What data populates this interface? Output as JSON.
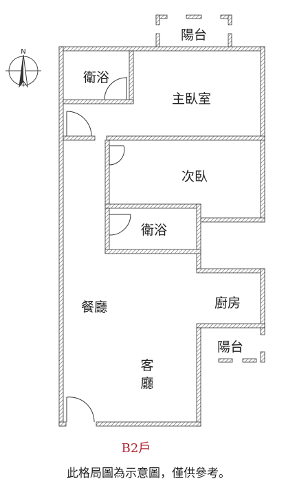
{
  "rooms": {
    "master_balcony": "陽台",
    "master_bath": "衛浴",
    "master_bedroom": "主臥室",
    "second_bedroom": "次臥",
    "second_bath": "衛浴",
    "dining": "餐廳",
    "kitchen": "廚房",
    "side_balcony": "陽台",
    "living": "客廳"
  },
  "compass": {
    "north_label": "N"
  },
  "unit_label": "B2戶",
  "disclaimer": "此格局圖為示意圖，僅供參考。",
  "colors": {
    "wall": "#333333",
    "hatch": "#666666",
    "unit_label": "#b01f2e",
    "text": "#222222"
  }
}
